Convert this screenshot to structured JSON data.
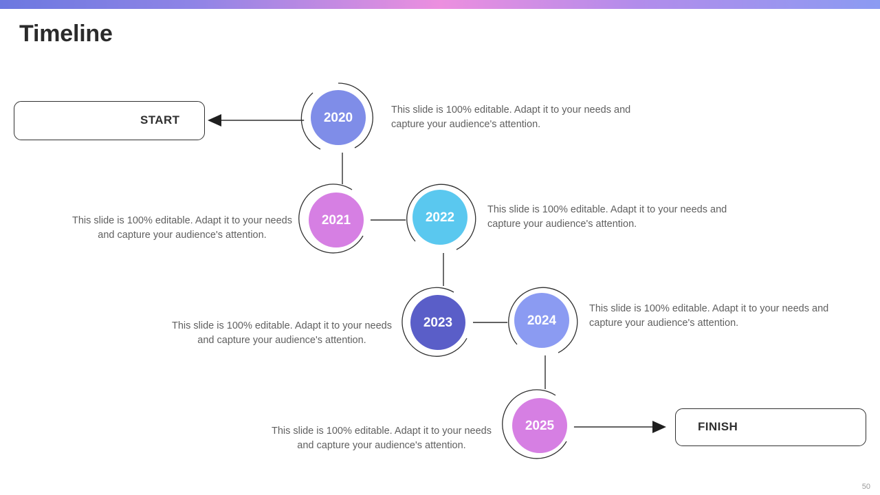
{
  "slide": {
    "title": "Timeline",
    "page_number": "50",
    "background_color": "#ffffff",
    "top_bar": {
      "gradient_start": "#6c78e0",
      "gradient_mid": "#e98fe0",
      "gradient_end": "#8b9bf2"
    }
  },
  "start_box": {
    "label": "START",
    "border_color": "#2f2f2f"
  },
  "finish_box": {
    "label": "FINISH",
    "border_color": "#2f2f2f"
  },
  "milestones": [
    {
      "year": "2020",
      "color": "#7f8de8",
      "description": "This slide is 100% editable. Adapt it to your needs and capture your audience's attention.",
      "description_align": "left"
    },
    {
      "year": "2021",
      "color": "#d67fe3",
      "description": "This slide is 100% editable. Adapt it to your needs and capture your audience's attention.",
      "description_align": "center"
    },
    {
      "year": "2022",
      "color": "#5ac8ef",
      "description": "This slide is 100% editable. Adapt it to your needs and capture your audience's attention.",
      "description_align": "left"
    },
    {
      "year": "2023",
      "color": "#5a5ec8",
      "description": "This slide is 100% editable. Adapt it to your needs and capture your audience's attention.",
      "description_align": "center"
    },
    {
      "year": "2024",
      "color": "#8b9bf2",
      "description": "This slide is 100% editable. Adapt it to your needs and capture your audience's attention.",
      "description_align": "left"
    },
    {
      "year": "2025",
      "color": "#d67fe3",
      "description": "This slide is 100% editable. Adapt it to your needs and capture your audience's attention.",
      "description_align": "center"
    }
  ]
}
